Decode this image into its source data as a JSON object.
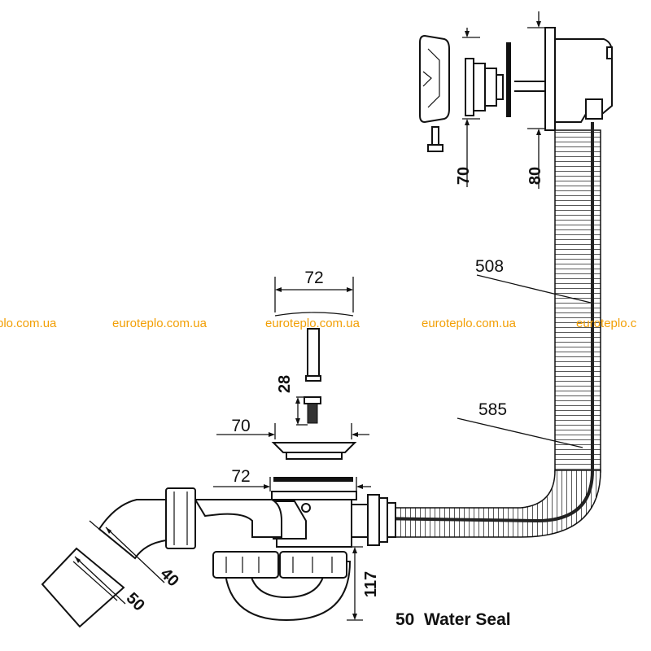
{
  "watermark": {
    "texts": [
      "plo.com.ua",
      "euroteplo.com.ua",
      "euroteplo.com.ua",
      "euroteplo.com.ua",
      "euroteplo.c"
    ],
    "color": "#f29f05"
  },
  "dimensions": {
    "overflow_width": "70",
    "overflow_height": "80",
    "hose_upper": "508",
    "hose_lower": "585",
    "cap_width": "72",
    "stem_height": "28",
    "grate_width": "70",
    "body_width": "72",
    "trap_height": "117",
    "outlet_inner": "40",
    "outlet_outer": "50"
  },
  "caption": "50  Water Seal",
  "colors": {
    "line": "#111111",
    "hose": "#222222"
  }
}
